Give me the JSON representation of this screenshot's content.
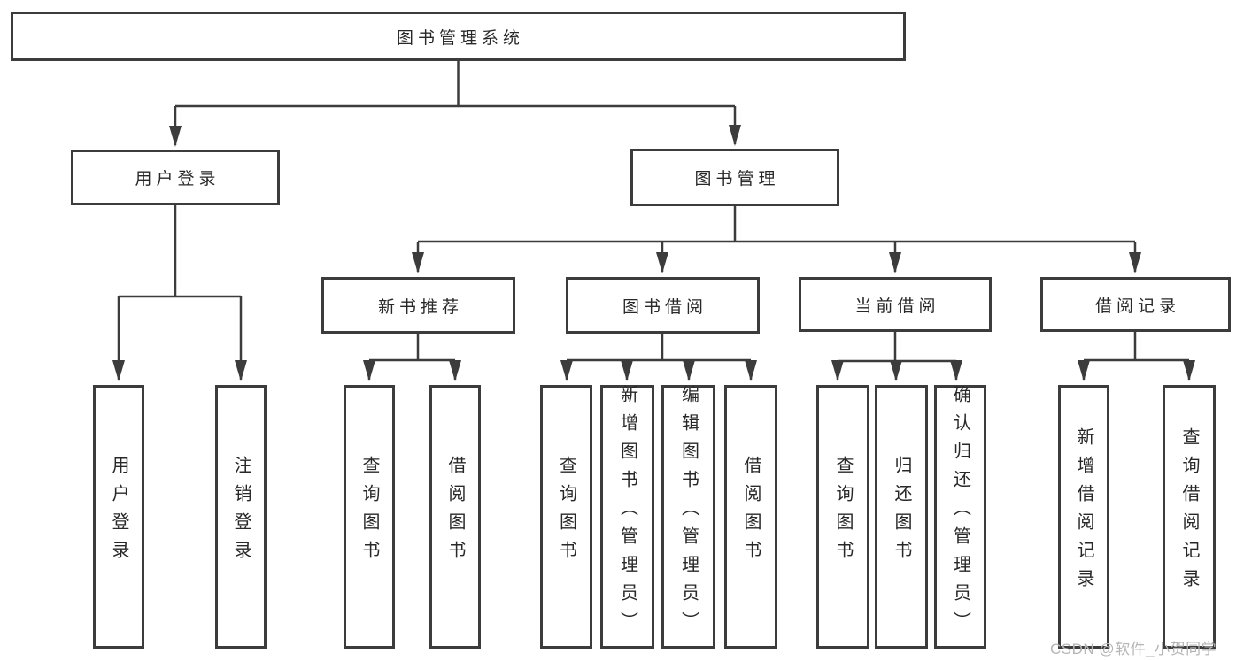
{
  "diagram": {
    "type": "hierarchy-tree",
    "title": "图书管理系统",
    "watermark": "CSDN @软件_小贺同学",
    "colors": {
      "background": "#ffffff",
      "line": "#3c3c3c",
      "text": "#282828",
      "box_fill": "#ffffff",
      "watermark": "#b5b5b5"
    },
    "nodes": {
      "root": {
        "label": "图书管理系统"
      },
      "level2": [
        {
          "label": "用户登录"
        },
        {
          "label": "图书管理"
        }
      ],
      "level3": [
        {
          "label": "新书推荐",
          "parent": "图书管理"
        },
        {
          "label": "图书借阅",
          "parent": "图书管理"
        },
        {
          "label": "当前借阅",
          "parent": "图书管理"
        },
        {
          "label": "借阅记录",
          "parent": "图书管理"
        }
      ],
      "leaves": [
        {
          "label": "用户登录",
          "parent": "用户登录"
        },
        {
          "label": "注销登录",
          "parent": "用户登录"
        },
        {
          "label": "查询图书",
          "parent": "新书推荐"
        },
        {
          "label": "借阅图书",
          "parent": "新书推荐"
        },
        {
          "label": "查询图书",
          "parent": "图书借阅"
        },
        {
          "label": "新增图书（管理员）",
          "parent": "图书借阅"
        },
        {
          "label": "编辑图书（管理员）",
          "parent": "图书借阅"
        },
        {
          "label": "借阅图书",
          "parent": "图书借阅"
        },
        {
          "label": "查询图书",
          "parent": "当前借阅"
        },
        {
          "label": "归还图书",
          "parent": "当前借阅"
        },
        {
          "label": "确认归还（管理员）",
          "parent": "当前借阅"
        },
        {
          "label": "新增借阅记录",
          "parent": "借阅记录"
        },
        {
          "label": "查询借阅记录",
          "parent": "借阅记录"
        }
      ]
    }
  }
}
